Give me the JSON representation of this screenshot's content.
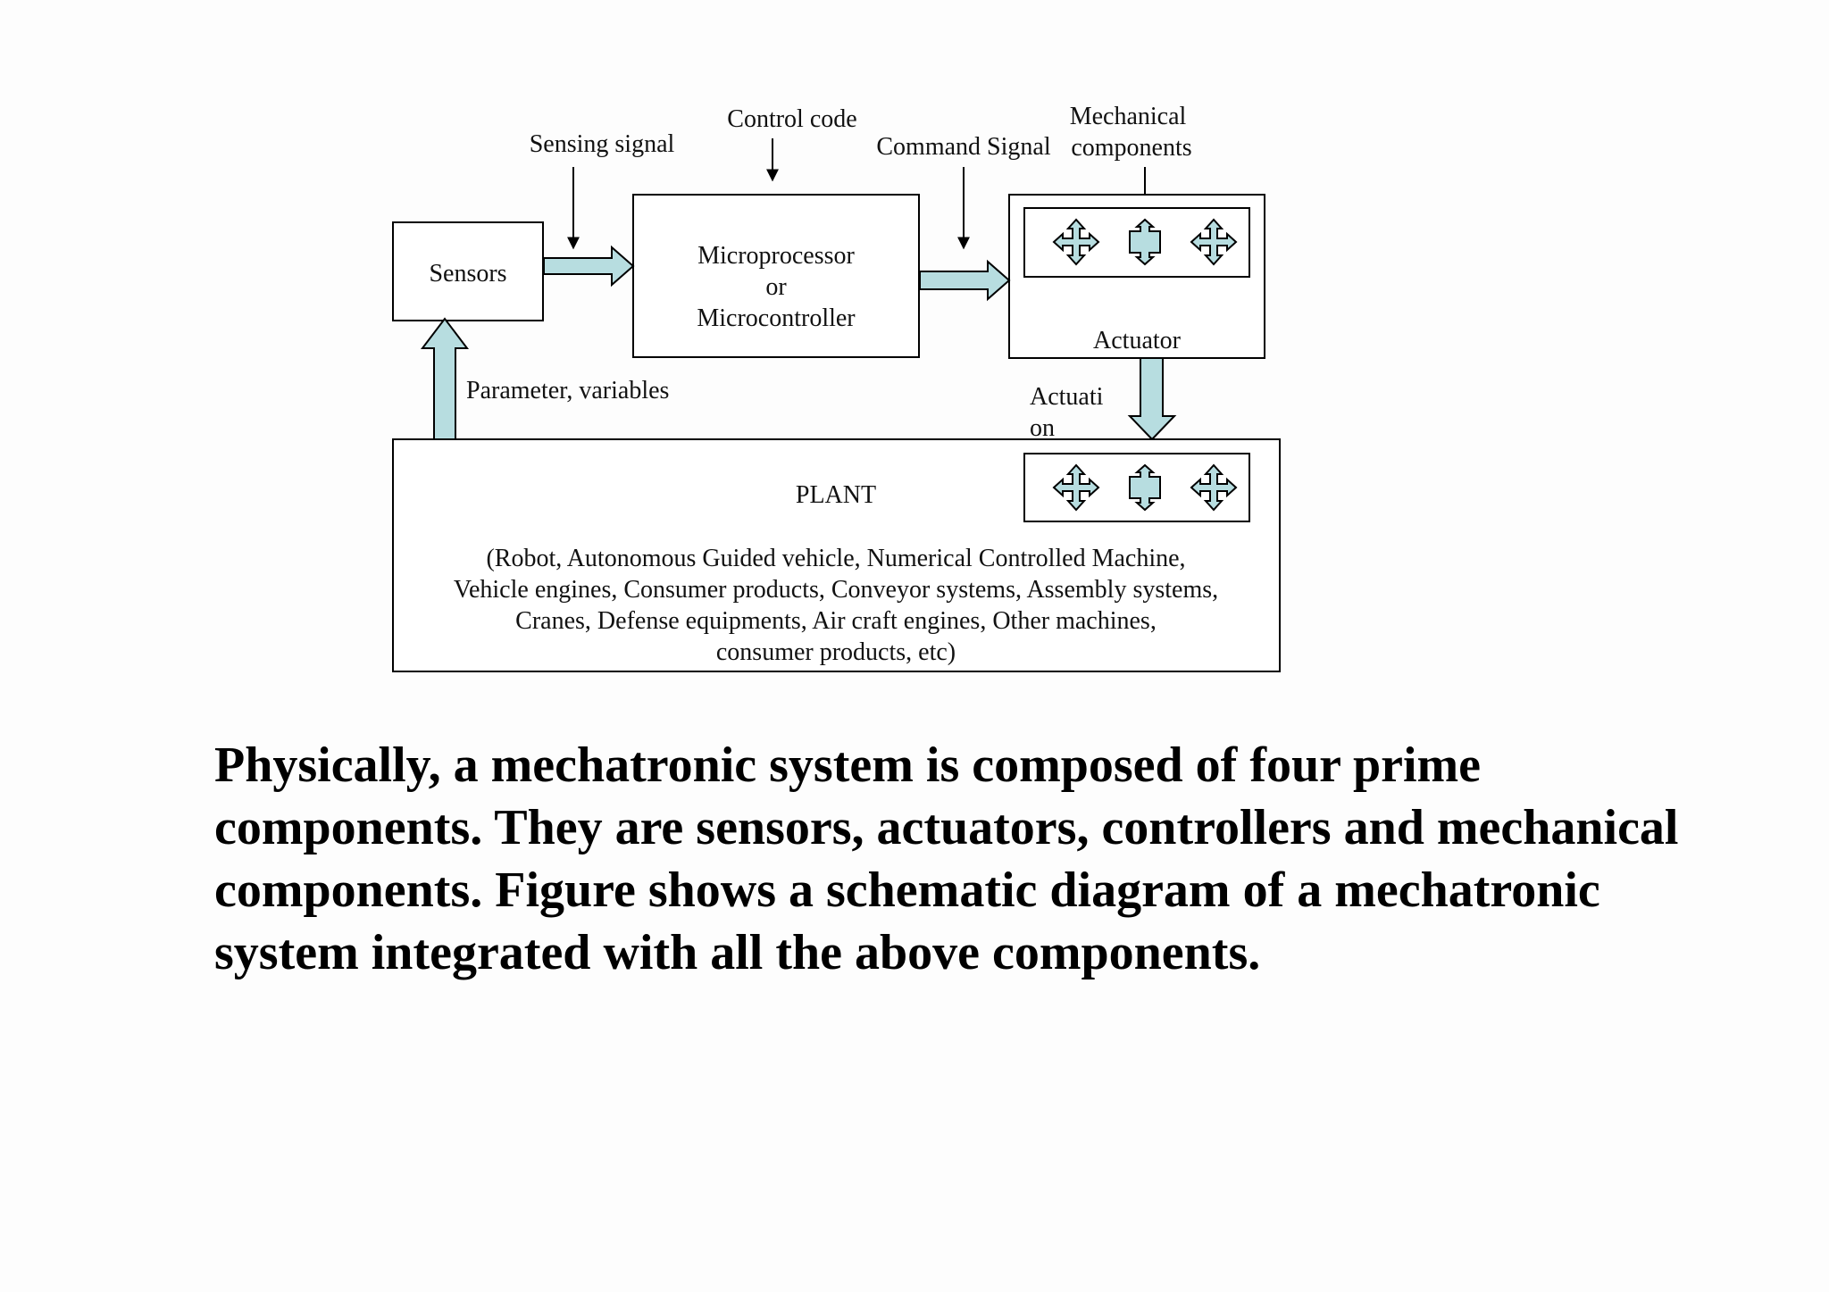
{
  "diagram": {
    "labels": {
      "sensing_signal": "Sensing signal",
      "control_code": "Control code",
      "command_signal": "Command Signal",
      "mechanical_line1": "Mechanical",
      "mechanical_line2": "components",
      "sensors": "Sensors",
      "micro_line1": "Microprocessor",
      "micro_line2": "or",
      "micro_line3": "Microcontroller",
      "actuator": "Actuator",
      "parameter": "Parameter, variables",
      "actuation_line1": "Actuati",
      "actuation_line2": "on",
      "plant": "PLANT",
      "plant_desc_1": "(Robot, Autonomous Guided vehicle, Numerical Controlled Machine,",
      "plant_desc_2": "Vehicle engines, Consumer products, Conveyor systems, Assembly systems,",
      "plant_desc_3": "Cranes, Defense equipments, Air craft engines, Other machines,",
      "plant_desc_4": "consumer products, etc)"
    },
    "colors": {
      "arrow_fill": "#b7dde0",
      "stroke": "#000000"
    },
    "icons": [
      "four-way-arrow-icon",
      "up-down-arrow-icon",
      "four-way-arrow-icon"
    ]
  },
  "paragraph": "Physically, a mechatronic system is composed of four prime components. They are sensors, actuators, controllers and mechanical components. Figure shows a schematic diagram of a mechatronic system integrated with all the above components."
}
